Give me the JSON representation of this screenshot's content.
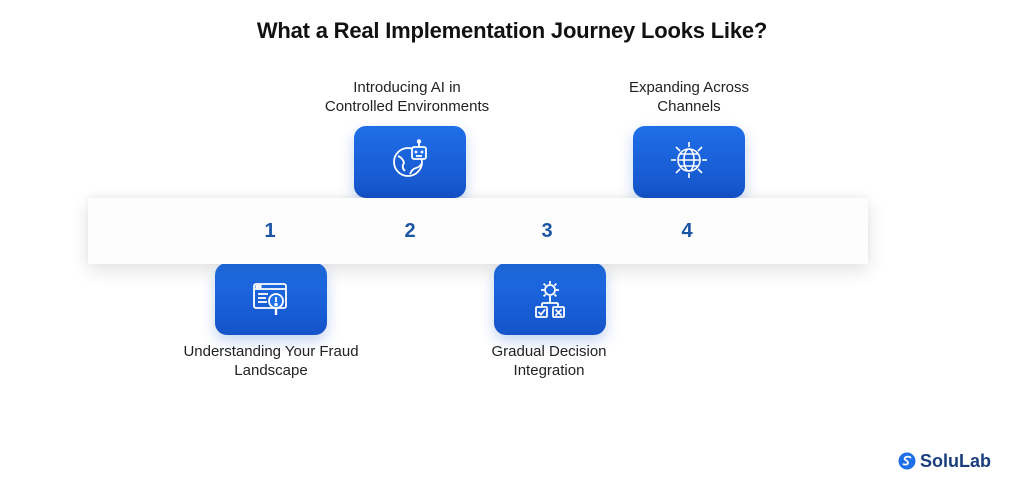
{
  "title": "What a Real Implementation Journey Looks Like?",
  "steps": [
    {
      "number": "1",
      "label_line1": "Understanding Your Fraud",
      "label_line2": "Landscape",
      "icon": "report-search-icon"
    },
    {
      "number": "2",
      "label_line1": "Introducing AI in",
      "label_line2": "Controlled Environments",
      "icon": "robot-globe-icon"
    },
    {
      "number": "3",
      "label_line1": "Gradual Decision",
      "label_line2": "Integration",
      "icon": "gear-decision-icon"
    },
    {
      "number": "4",
      "label_line1": "Expanding Across",
      "label_line2": "Channels",
      "icon": "globe-network-icon"
    }
  ],
  "logo": {
    "text": "SoluLab",
    "icon": "solulab-logo-icon"
  },
  "colors": {
    "card": "#1f6fe8",
    "number": "#1b55a3",
    "title": "#111111"
  }
}
